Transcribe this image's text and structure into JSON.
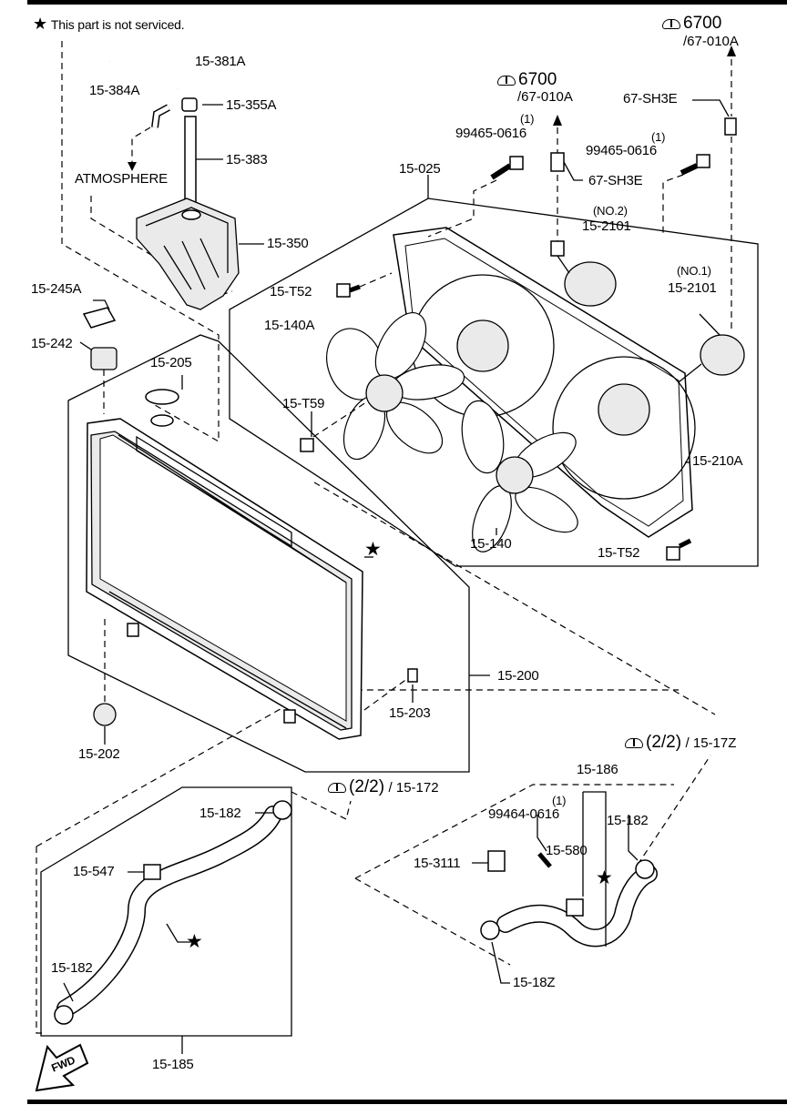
{
  "legend": {
    "star": "★",
    "text": "This part is not serviced."
  },
  "refs": {
    "ref_top_right": {
      "num": "6700",
      "sub": "/67-010A"
    },
    "ref_fan_motor": {
      "num": "6700",
      "sub": "/67-010A"
    },
    "ref_lower_hose": {
      "num": "(2/2)",
      "sub": "15-172"
    },
    "ref_upper_hose": {
      "num": "(2/2)",
      "sub": "15-17Z"
    }
  },
  "labels": {
    "p15_381A": "15-381A",
    "p15_384A": "15-384A",
    "p15_355A": "15-355A",
    "p15_383": "15-383",
    "atmosphere": "ATMOSPHERE",
    "p15_350": "15-350",
    "p15_245A": "15-245A",
    "p15_242": "15-242",
    "p15_205": "15-205",
    "p15_T52_top": "15-T52",
    "p15_140A": "15-140A",
    "p15_T59": "15-T59",
    "p15_025": "15-025",
    "p99465_left_qty": "(1)",
    "p99465_left": "99465-0616",
    "p99465_right_qty": "(1)",
    "p99465_right": "99465-0616",
    "p67_SH3E_mid": "67-SH3E",
    "p67_SH3E_top": "67-SH3E",
    "no2": "(NO.2)",
    "p15_2101_no2": "15-2101",
    "no1": "(NO.1)",
    "p15_2101_no1": "15-2101",
    "p15_210A": "15-210A",
    "p15_140": "15-140",
    "p15_T52_bottom": "15-T52",
    "p15_200": "15-200",
    "p15_203": "15-203",
    "p15_202": "15-202",
    "p15_182_top": "15-182",
    "p15_547": "15-547",
    "p15_182_left": "15-182",
    "p15_185": "15-185",
    "p15_186": "15-186",
    "p99464_qty": "(1)",
    "p99464": "99464-0616",
    "p15_3111": "15-3111",
    "p15_580": "15-580",
    "p15_182_right": "15-182",
    "p15_18Z": "15-18Z",
    "fwd": "FWD"
  },
  "stars": [
    "★",
    "★",
    "★"
  ]
}
